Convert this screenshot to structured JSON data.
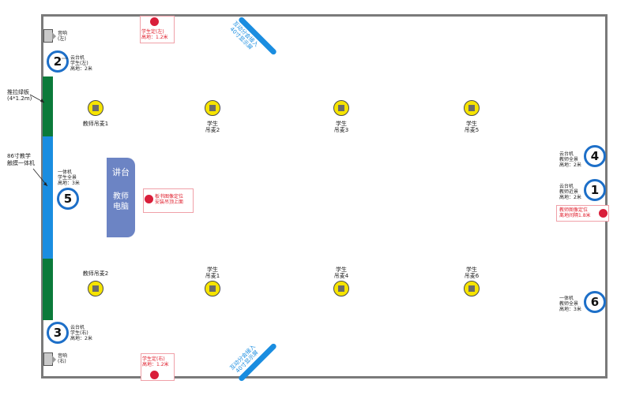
{
  "speakers": {
    "left": {
      "line1": "音响",
      "line2": "(左)"
    },
    "right": {
      "line1": "音响",
      "line2": "(右)"
    }
  },
  "cameras": [
    {
      "num": "2",
      "line1": "云台机",
      "line2": "学生(左)",
      "line3": "高地：2米"
    },
    {
      "num": "5",
      "line1": "一体机",
      "line2": "学生全景",
      "line3": "高地：3米"
    },
    {
      "num": "3",
      "line1": "云台机",
      "line2": "学生(右)",
      "line3": "高地：2米"
    },
    {
      "num": "4",
      "line1": "云台机",
      "line2": "教师全景",
      "line3": "高地：2米"
    },
    {
      "num": "1",
      "line1": "云台机",
      "line2": "教师近景",
      "line3": "高地：2米"
    },
    {
      "num": "6",
      "line1": "一体机",
      "line2": "教师全景",
      "line3": "高地：3米"
    }
  ],
  "board": {
    "line1": "推拉绿板",
    "line2": "(4*1.2m)"
  },
  "touch": {
    "line1": "86寸教学",
    "line2": "触摸一体机"
  },
  "podium": {
    "title": "讲台",
    "pc1": "教师",
    "pc2": "电脑"
  },
  "mics": {
    "t1": "教师吊麦1",
    "s2a": "学生",
    "s2b": "吊麦2",
    "s3a": "学生",
    "s3b": "吊麦3",
    "s5a": "学生",
    "s5b": "吊麦5",
    "t2": "教师吊麦2",
    "s1a": "学生",
    "s1b": "吊麦1",
    "s4a": "学生",
    "s4b": "吊麦4",
    "s6a": "学生",
    "s6b": "吊麦6"
  },
  "locators": {
    "top": {
      "line1": "学生定(左)",
      "line2": "高地：1.2米"
    },
    "bottom": {
      "line1": "学生定(右)",
      "line2": "高地：1.2米"
    },
    "board": {
      "line1": "板书图像定位",
      "line2": "安装吊顶上面"
    },
    "teacher": {
      "line1": "教师图像定位",
      "line2": "离地间隔1.8米"
    }
  },
  "screens": {
    "top": {
      "line1": "互动分会接入",
      "line2": "40寸显示屏"
    },
    "bottom": {
      "line1": "互动分会接入",
      "line2": "40寸显示屏"
    }
  },
  "colors": {
    "wall": "#7a7a7a",
    "board_green": "#0b7a3a",
    "touch_blue": "#1a8de0",
    "camera_blue": "#1d6fc8",
    "podium": "#6c84c4",
    "mic_yellow": "#f6e400",
    "locator_red": "#d91e3a"
  }
}
